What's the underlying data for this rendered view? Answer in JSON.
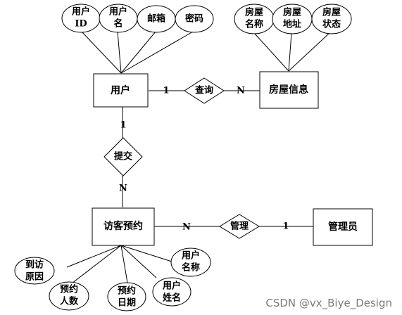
{
  "entities": {
    "user": "用户",
    "house_info": "房屋信息",
    "visit_reservation": "访客预约",
    "admin": "管理员"
  },
  "relations": {
    "query": "查询",
    "submit": "提交",
    "manage": "管理"
  },
  "attributes": {
    "user": [
      [
        "用户",
        "ID"
      ],
      [
        "用户",
        "名"
      ],
      [
        "邮箱"
      ],
      [
        "密码"
      ]
    ],
    "house_info": [
      [
        "房屋",
        "名称"
      ],
      [
        "房屋",
        "地址"
      ],
      [
        "房屋",
        "状态"
      ]
    ],
    "visit_reservation": [
      [
        "到访",
        "原因"
      ],
      [
        "预约",
        "人数"
      ],
      [
        "预约",
        "日期"
      ],
      [
        "用户",
        "姓名"
      ],
      [
        "用户",
        "名称"
      ]
    ]
  },
  "cardinalities": {
    "user_query": "1",
    "query_house": "N",
    "user_submit": "1",
    "submit_visit": "N",
    "visit_manage": "N",
    "manage_admin": "1"
  },
  "watermark": "CSDN @vx_Biye_Design"
}
